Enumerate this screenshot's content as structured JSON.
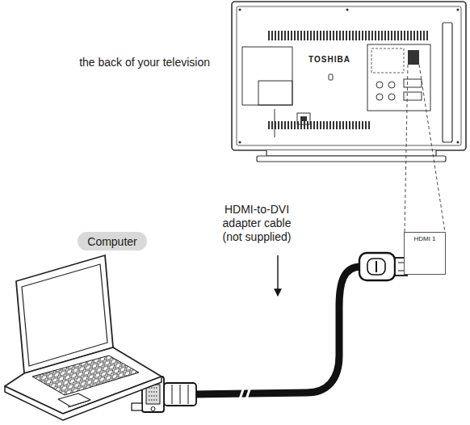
{
  "diagram": {
    "nodes": [
      {
        "text": [
          "Computer"
        ]
      },
      {
        "text": [
          "HDMI 1"
        ]
      }
    ],
    "labels": [
      "the back of your television",
      "TOSHIBA",
      "HDMI-to-DVI adapter cable (not supplied)"
    ]
  }
}
